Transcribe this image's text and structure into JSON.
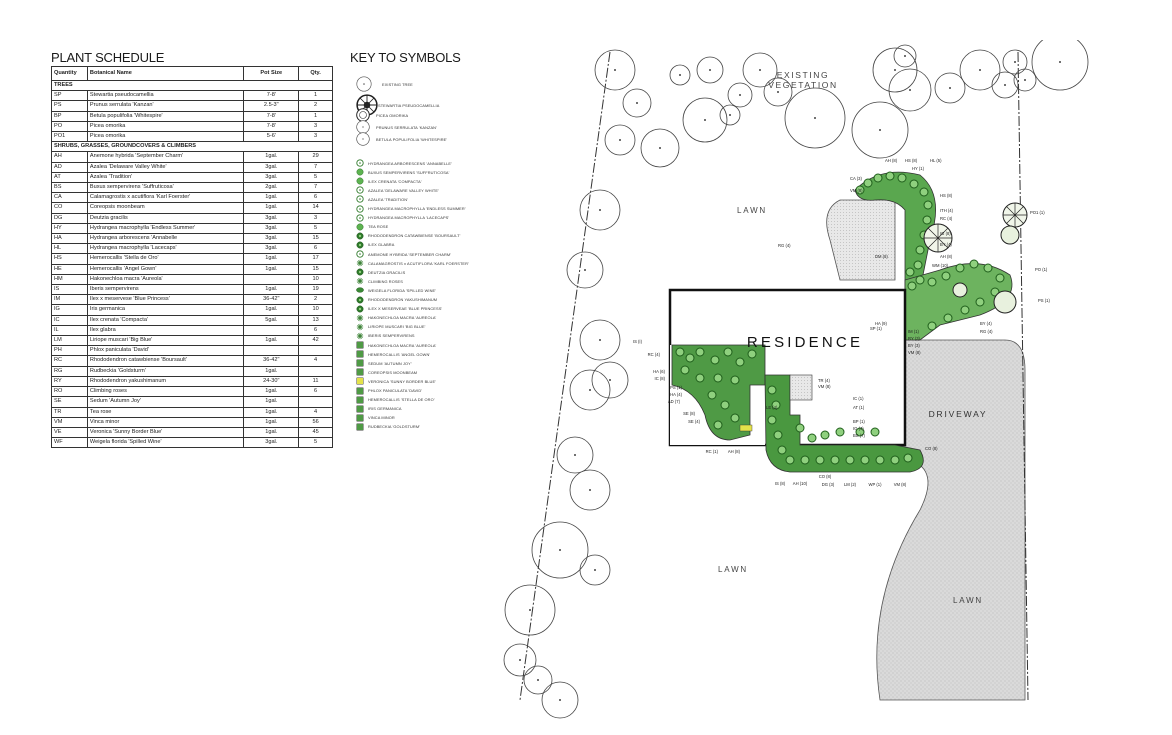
{
  "plant_schedule": {
    "title": "PLANT SCHEDULE",
    "headers": [
      "Quantity",
      "Botanical Name",
      "Pot Size",
      "Qty."
    ],
    "sections": [
      {
        "name": "TREES",
        "rows": [
          [
            "SP",
            "Stewartia pseudocamellia",
            "7-8'",
            "1"
          ],
          [
            "PS",
            "Prunus serrulata 'Kanzan'",
            "2.5-3\"",
            "2"
          ],
          [
            "BP",
            "Betula populifolia 'Whitespire'",
            "7-8'",
            "1"
          ],
          [
            "PO",
            "Picea omorika",
            "7-8'",
            "3"
          ],
          [
            "PO1",
            "Picea omorika",
            "5-6'",
            "3"
          ]
        ]
      },
      {
        "name": "SHRUBS, GRASSES, GROUNDCOVERS & CLIMBERS",
        "rows": [
          [
            "AH",
            "Anemone hybrida 'September Charm'",
            "1gal.",
            "29"
          ],
          [
            "AD",
            "Azalea 'Delaware Valley White'",
            "3gal.",
            "7"
          ],
          [
            "AT",
            "Azalea 'Tradition'",
            "3gal.",
            "5"
          ],
          [
            "BS",
            "Buxus sempervirens 'Suffruticosa'",
            "2gal.",
            "7"
          ],
          [
            "CA",
            "Calamagrostis x acutiflora 'Karl Foerster'",
            "1gal.",
            "6"
          ],
          [
            "CO",
            "Coreopsis moonbeam",
            "1gal.",
            "14"
          ],
          [
            "DG",
            "Deutzia gracilis",
            "3gal.",
            "3"
          ],
          [
            "HY",
            "Hydrangea macrophylla 'Endless Summer'",
            "3gal.",
            "5"
          ],
          [
            "HA",
            "Hydrangea arborescens 'Annabelle",
            "3gal.",
            "15"
          ],
          [
            "HL",
            "Hydrangea macrophylla 'Lacecaps'",
            "3gal.",
            "6"
          ],
          [
            "HS",
            "Hemerocallis 'Stella de Oro'",
            "1gal.",
            "17"
          ],
          [
            "HE",
            "Hemerocallis 'Angel Gown'",
            "1gal.",
            "15"
          ],
          [
            "HM",
            "Hakonechloa macra 'Aureola'",
            "",
            "10"
          ],
          [
            "IS",
            "Iberis sempervirens",
            "1gal.",
            "19"
          ],
          [
            "IM",
            "Ilex x meservese 'Blue Princess'",
            "36-42\"",
            "2"
          ],
          [
            "IG",
            "Iris germanica",
            "1gal.",
            "10"
          ],
          [
            "IC",
            "Ilex crenata 'Compacta'",
            "5gal.",
            "13"
          ],
          [
            "IL",
            "Ilex glabra",
            "",
            "6"
          ],
          [
            "LM",
            "Liriope muscari 'Big Blue'",
            "1gal.",
            "42"
          ],
          [
            "PH",
            "Phlox paniculata 'David'",
            "",
            ""
          ],
          [
            "RC",
            "Rhododendron catawbiense 'Boursault'",
            "36-42\"",
            "4"
          ],
          [
            "RG",
            "Rudbeckia 'Goldsturm'",
            "1gal.",
            ""
          ],
          [
            "RY",
            "Rhododendron yakushimanum",
            "24-30\"",
            "11"
          ],
          [
            "RO",
            "Climbing roses",
            "1gal.",
            "6"
          ],
          [
            "SE",
            "Sedum 'Autumn Joy'",
            "1gal.",
            ""
          ],
          [
            "TR",
            "Tea rose",
            "1gal.",
            "4"
          ],
          [
            "VM",
            "Vinca minor",
            "1gal.",
            "56"
          ],
          [
            "VE",
            "Veronica 'Sunny Border Blue'",
            "1gal.",
            "45"
          ],
          [
            "WF",
            "Weigela florida 'Spilled Wine'",
            "3gal.",
            "5"
          ]
        ]
      }
    ]
  },
  "key_to_symbols": {
    "title": "KEY TO SYMBOLS",
    "items": [
      {
        "label": "EXISTING TREE",
        "symbol": "large-circle-tree"
      },
      {
        "label": "STEWARTIA PSEUDOCAMELLIA",
        "symbol": "spoked-tree"
      },
      {
        "label": "PICEA OMORIKA",
        "symbol": "conifer"
      },
      {
        "label": "PRUNUS SERRULATA 'KANZAN'",
        "symbol": "circle-tree"
      },
      {
        "label": "BETULA POPULIFOLIA 'WHITESPIRE'",
        "symbol": "circle-tree"
      },
      {
        "label": "HYDRANGEA ARBORESCENS 'ANNABELLE'",
        "symbol": "shrub-ring"
      },
      {
        "label": "BUXUS SEMPERVIRENS 'SUFFRUTICOSA'",
        "symbol": "shrub-dot"
      },
      {
        "label": "ILEX CRENATA 'COMPACTA'",
        "symbol": "shrub-dot"
      },
      {
        "label": "AZALEA 'DELAWARE VALLEY WHITE'",
        "symbol": "shrub-ring"
      },
      {
        "label": "AZALEA 'TRADITION'",
        "symbol": "shrub-ring"
      },
      {
        "label": "HYDRANGEA MACROPHYLLA 'ENDLESS SUMMER'",
        "symbol": "shrub-ring"
      },
      {
        "label": "HYDRANGEA MACROPHYLLA 'LACECAPS'",
        "symbol": "shrub-ring"
      },
      {
        "label": "TEA ROSE",
        "symbol": "shrub-dot"
      },
      {
        "label": "RHODODENDRON CATAWBIENSE 'BOURSAULT'",
        "symbol": "shrub-dark"
      },
      {
        "label": "ILEX GLABRA",
        "symbol": "shrub-dark"
      },
      {
        "label": "ANEMONE HYBRIDA 'SEPTEMBER CHARM'",
        "symbol": "shrub-ring"
      },
      {
        "label": "CALAMAGROSTIS x ACUTIFLORA 'KARL FOERSTER'",
        "symbol": "grass"
      },
      {
        "label": "DEUTZIA GRACILIS",
        "symbol": "shrub-dark"
      },
      {
        "label": "CLIMBING ROSES",
        "symbol": "grass"
      },
      {
        "label": "WEIGELA FLORIDA 'SPILLED WINE'",
        "symbol": "shrub-oval"
      },
      {
        "label": "RHODODENDRON YAKUSHIMANUM",
        "symbol": "shrub-dark"
      },
      {
        "label": "ILEX X MESERVEAE 'BLUE PRINCESS'",
        "symbol": "shrub-dark"
      },
      {
        "label": "HAKONECHLOA MACRA 'AUREOLA'",
        "symbol": "grass"
      },
      {
        "label": "LIRIOPE MUSCARI 'BIG BLUE'",
        "symbol": "grass"
      },
      {
        "label": "IBERIS SEMPERVIRENS",
        "symbol": "grass"
      },
      {
        "label": "HAKONECHLOA MACRA 'AUREOLA'",
        "symbol": "square"
      },
      {
        "label": "HEMEROCALLIS 'ANGEL GOWN'",
        "symbol": "square"
      },
      {
        "label": "SEDUM 'AUTUMN JOY'",
        "symbol": "square"
      },
      {
        "label": "COREOPSIS MOONBEAM",
        "symbol": "square"
      },
      {
        "label": "VERONICA 'SUNNY BORDER BLUE'",
        "symbol": "square-yellow"
      },
      {
        "label": "PHLOX PANICULATA 'DAVID'",
        "symbol": "square"
      },
      {
        "label": "HEMEROCALLIS 'STELLA DE ORO'",
        "symbol": "square"
      },
      {
        "label": "IRIS GERMANICA",
        "symbol": "square"
      },
      {
        "label": "VINCA MINOR",
        "symbol": "square"
      },
      {
        "label": "RUDBECKIA 'GOLDSTURM'",
        "symbol": "square"
      }
    ]
  },
  "site_plan": {
    "labels": {
      "existing_vegetation_1": "EXISTING",
      "existing_vegetation_2": "VEGETATION",
      "residence": "RESIDENCE",
      "driveway": "DRIVEWAY",
      "lawn_north": "LAWN",
      "lawn_south": "LAWN",
      "lawn_east": "LAWN"
    },
    "plant_tags": {
      "left_bed": [
        "IS (I)",
        "RC (4)",
        "HA (6)",
        "IC (8)",
        "PS (1)",
        "HA (4)",
        "AD (7)",
        "SE (8)",
        "SE (4)"
      ],
      "south_bed": [
        "RC (1)",
        "AH (8)",
        "IS (8)",
        "AH (10)",
        "CO (8)",
        "DG (3)",
        "LM (2)",
        "WP (1)",
        "VM (8)"
      ],
      "entry_bed": [
        "TR (4)",
        "VM (8)",
        "LE (4)",
        "IC (1)",
        "AT (1)",
        "BP (1)",
        "IG (4)",
        "BS (7)",
        "CO (8)"
      ],
      "north_bed": [
        "AH (8)",
        "HS (8)",
        "HL (5)",
        "HY (1)",
        "CA (3)",
        "VM (8)",
        "RG (4)",
        "HS (8)",
        "ITH (4)",
        "RC (4)",
        "IG (8)",
        "BY (4)",
        "AH (8)",
        "WM (10)",
        "DM (8)",
        "HA (9)"
      ],
      "east_bed": [
        "PO1 (1)",
        "PO (1)",
        "PS (1)",
        "BY (4)",
        "RG (4)",
        "IM (1)",
        "RY (3)",
        "BY (3)",
        "VM (8)",
        "SP (1)"
      ]
    }
  },
  "colors": {
    "plant_green": "#3e8a3a",
    "plant_light": "#7bc46a",
    "lawn_bed_green": "#5aa74f",
    "gravel": "#d8d8d8",
    "accent_yellow": "#e4e24a"
  }
}
